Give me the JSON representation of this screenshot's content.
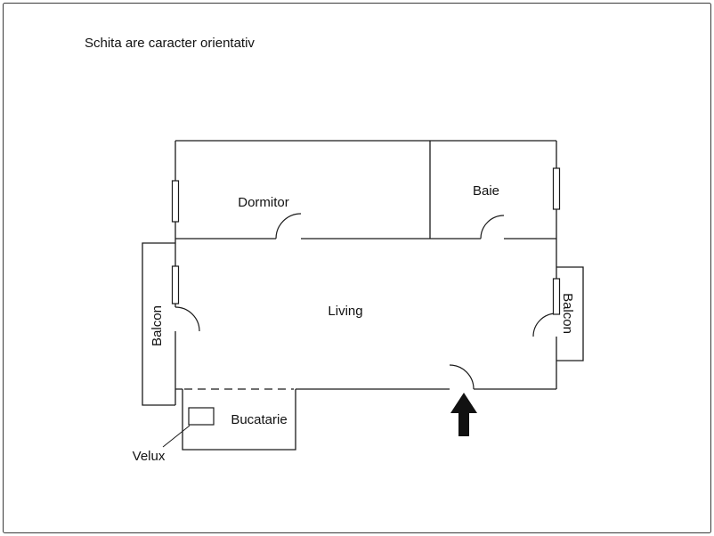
{
  "page": {
    "title": "Schita are caracter orientativ"
  },
  "plan": {
    "rooms": {
      "dormitor": {
        "label": "Dormitor"
      },
      "baie": {
        "label": "Baie"
      },
      "living": {
        "label": "Living"
      },
      "balcon_left": {
        "label": "Balcon"
      },
      "balcon_right": {
        "label": "Balcon"
      },
      "bucatarie": {
        "label": "Bucatarie"
      },
      "velux": {
        "label": "Velux"
      }
    },
    "colors": {
      "line": "#1a1a1a",
      "background": "#ffffff",
      "arrow": "#111111"
    }
  }
}
